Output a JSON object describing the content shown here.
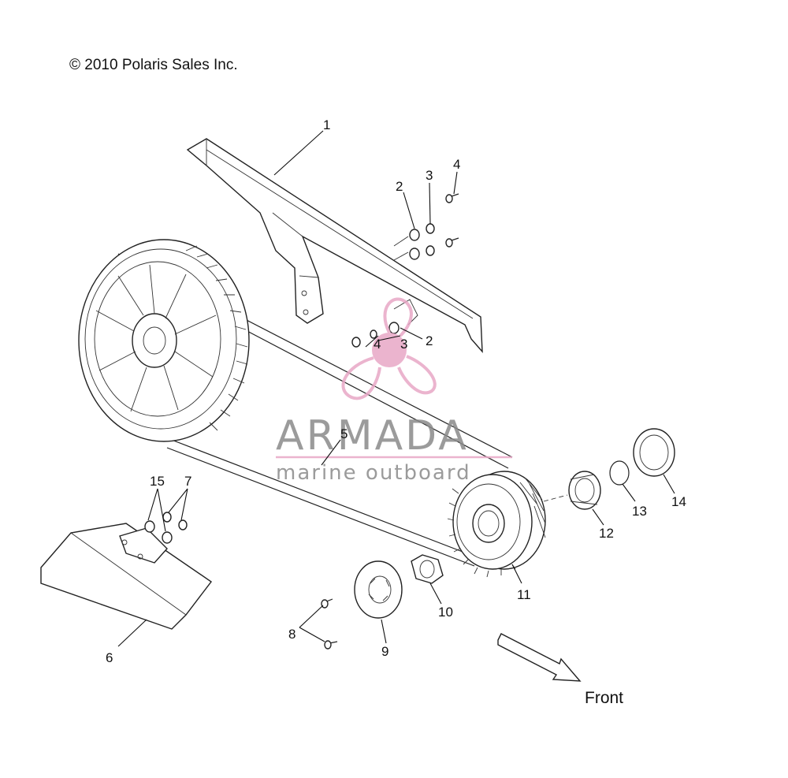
{
  "copyright": "© 2010 Polaris Sales Inc.",
  "direction_label": "Front",
  "watermark": {
    "brand": "ARMADA",
    "tagline": "marine outboard",
    "color": "#e8a7c6"
  },
  "callouts": {
    "c1": "1",
    "c2a": "2",
    "c3a": "3",
    "c4a": "4",
    "c2b": "2",
    "c3b": "3",
    "c4b": "4",
    "c5": "5",
    "c6": "6",
    "c7": "7",
    "c8": "8",
    "c9": "9",
    "c10": "10",
    "c11": "11",
    "c12": "12",
    "c13": "13",
    "c14": "14",
    "c15": "15"
  }
}
